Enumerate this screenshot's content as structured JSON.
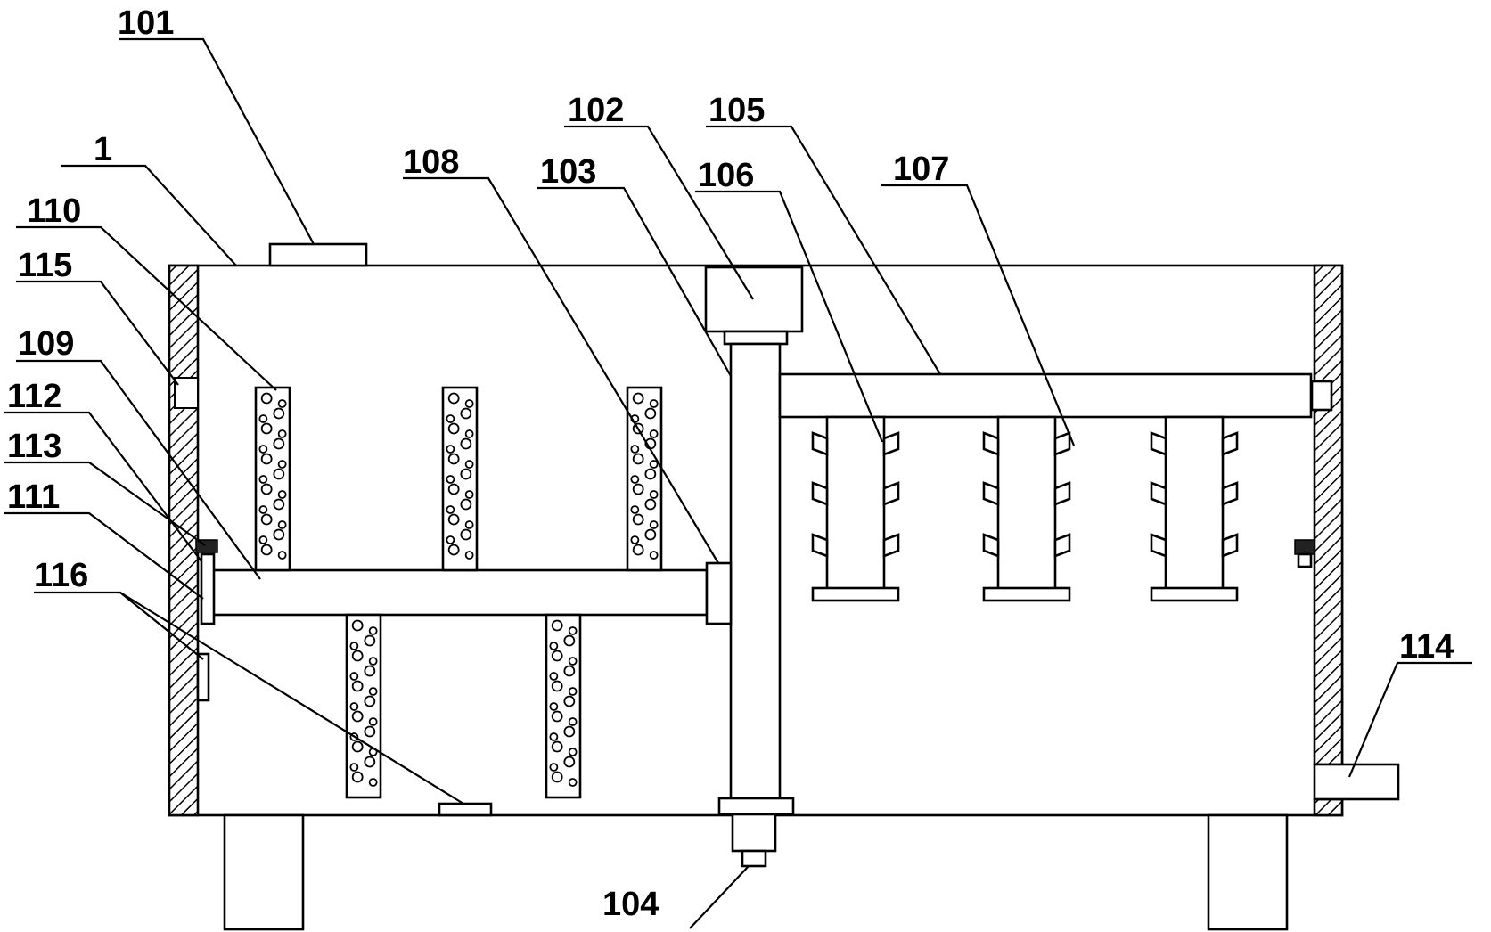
{
  "labels": {
    "l101": "101",
    "l1": "1",
    "l110": "110",
    "l115": "115",
    "l109": "109",
    "l112": "112",
    "l113": "113",
    "l111": "111",
    "l116": "116",
    "l108": "108",
    "l103": "103",
    "l102": "102",
    "l105": "105",
    "l106": "106",
    "l107": "107",
    "l104": "104",
    "l114": "114"
  },
  "colors": {
    "line": "#000000",
    "background": "#ffffff"
  }
}
